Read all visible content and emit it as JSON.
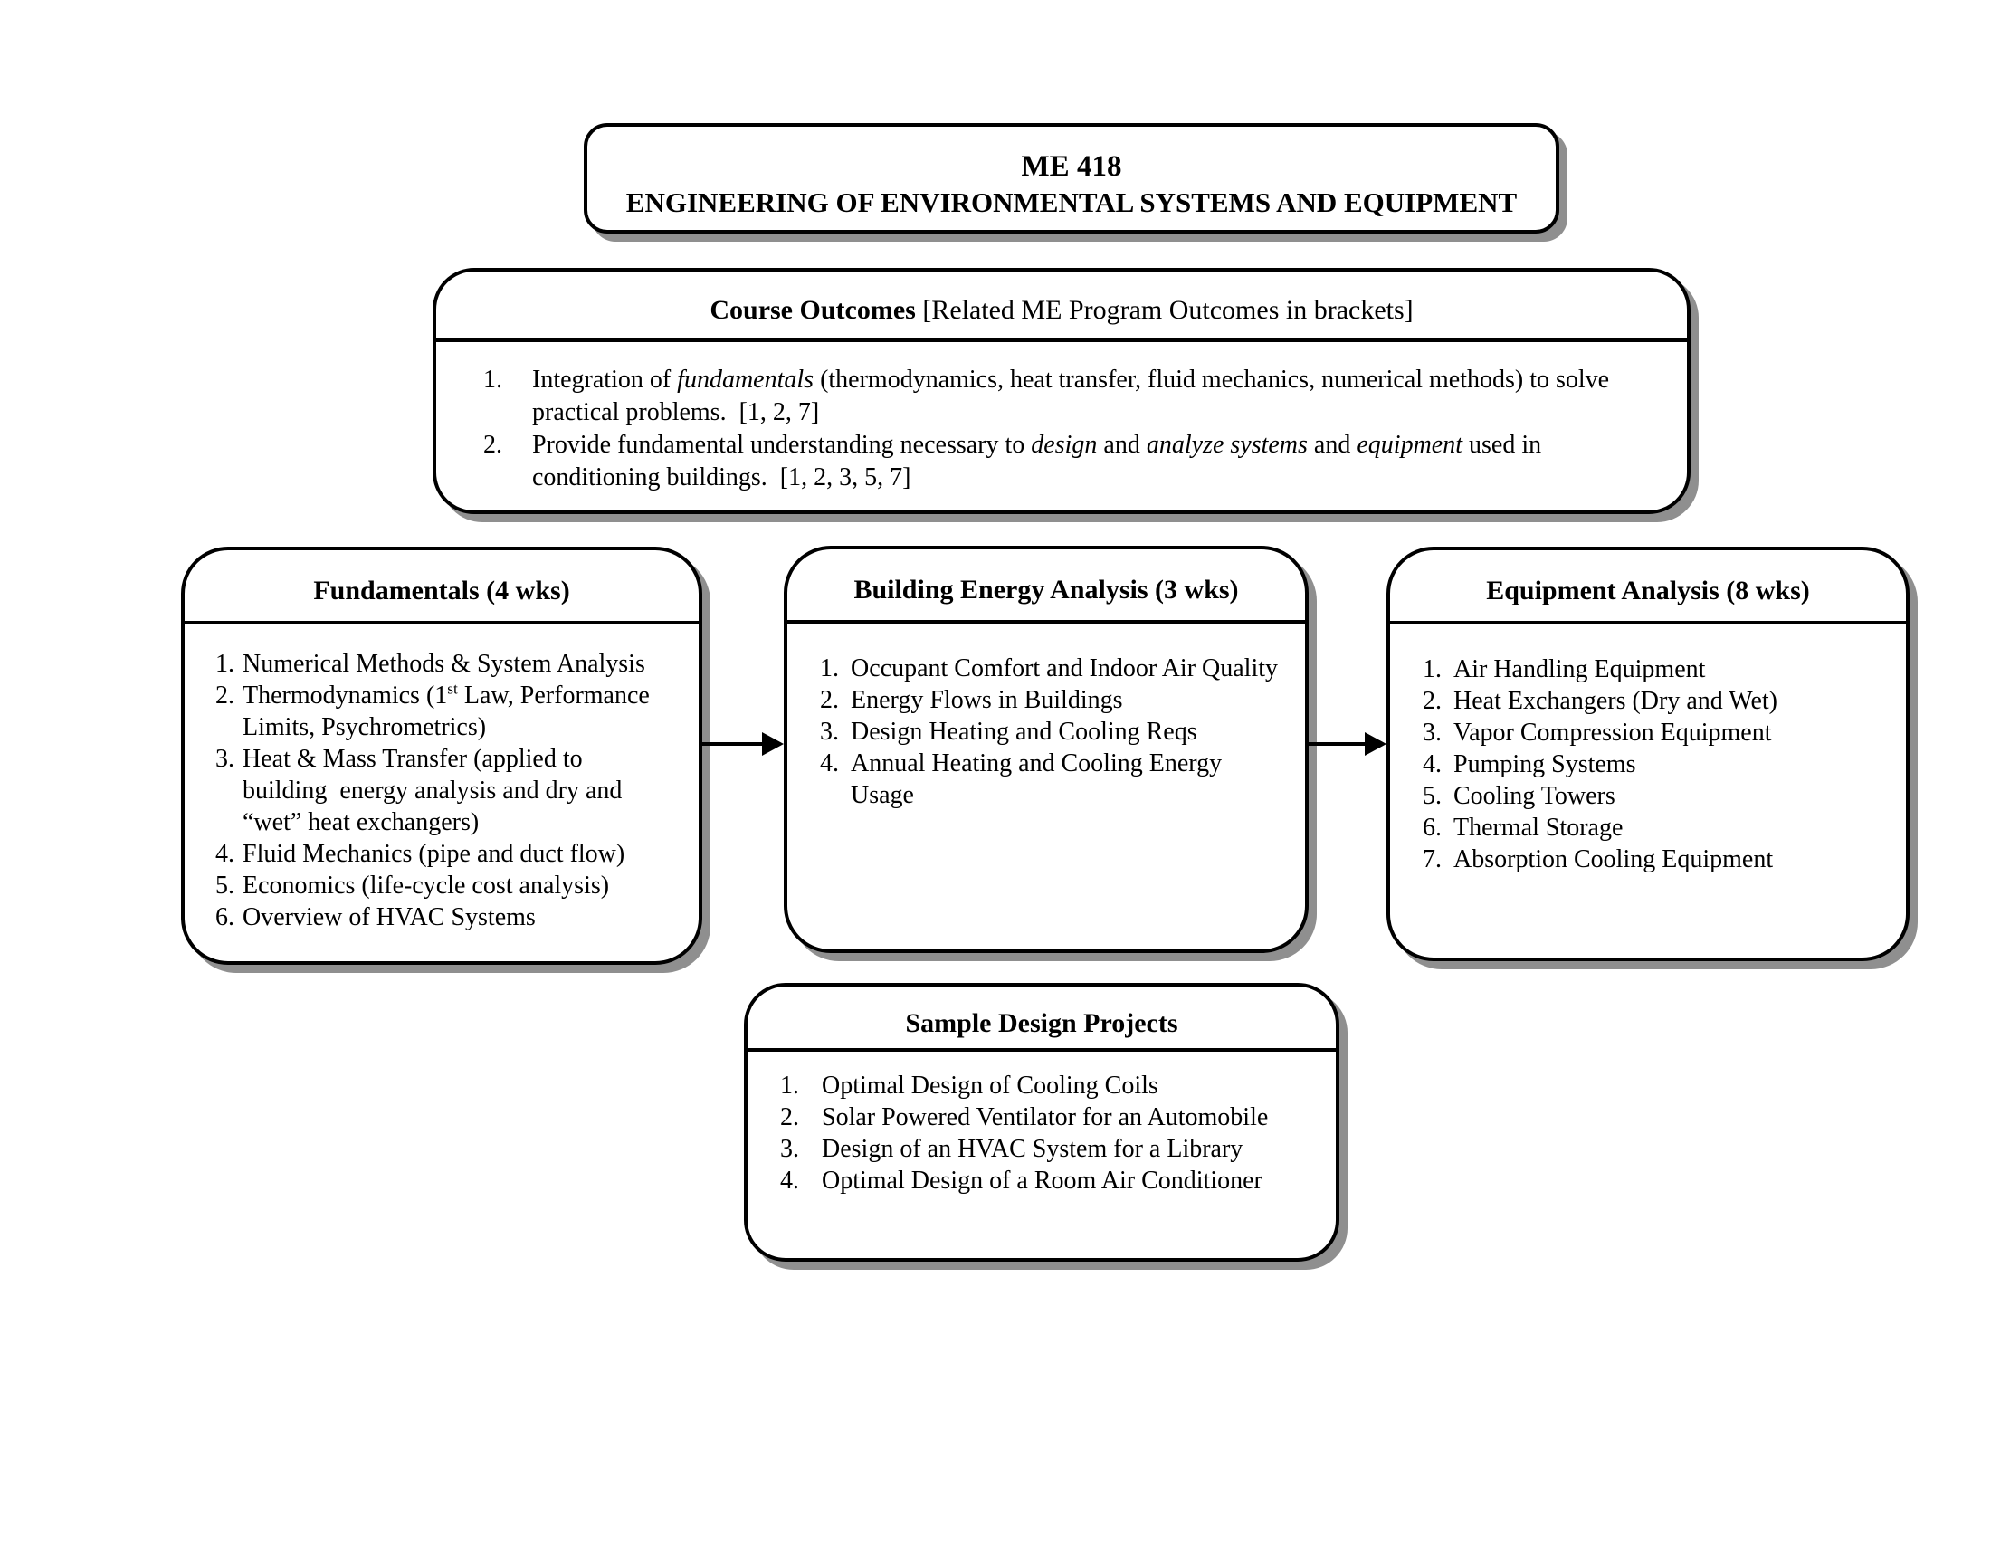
{
  "title_box": {
    "line1": "ME 418",
    "line2": "ENGINEERING OF ENVIRONMENTAL SYSTEMS AND EQUIPMENT"
  },
  "course_outcomes": {
    "header_bold": "Course Outcomes",
    "header_rest": " [Related ME Program Outcomes in brackets]",
    "items": [
      [
        {
          "t": "Integration of "
        },
        {
          "t": "fundamentals",
          "i": true
        },
        {
          "t": " (thermodynamics, heat transfer, fluid mechanics, numerical methods) to solve practical problems.  [1, 2, 7]"
        }
      ],
      [
        {
          "t": "Provide fundamental understanding necessary to "
        },
        {
          "t": "design",
          "i": true
        },
        {
          "t": " and "
        },
        {
          "t": "analyze systems",
          "i": true
        },
        {
          "t": " and "
        },
        {
          "t": "equipment",
          "i": true
        },
        {
          "t": " used in conditioning buildings.  [1, 2, 3, 5, 7]"
        }
      ]
    ]
  },
  "fundamentals": {
    "title": "Fundamentals (4 wks)",
    "items": [
      [
        {
          "t": "Numerical Methods & System Analysis"
        }
      ],
      [
        {
          "t": "Thermodynamics (1"
        },
        {
          "t": "st",
          "sup": true
        },
        {
          "t": " Law, Performance Limits, Psychrometrics)"
        }
      ],
      [
        {
          "t": "Heat & Mass Transfer (applied to building  energy analysis and dry and “wet” heat exchangers)"
        }
      ],
      [
        {
          "t": "Fluid Mechanics (pipe and duct flow)"
        }
      ],
      [
        {
          "t": "Economics (life-cycle cost analysis)"
        }
      ],
      [
        {
          "t": "Overview of HVAC Systems"
        }
      ]
    ]
  },
  "building_energy": {
    "title": "Building Energy Analysis (3 wks)",
    "items": [
      [
        {
          "t": "Occupant Comfort and Indoor Air Quality"
        }
      ],
      [
        {
          "t": "Energy Flows in Buildings"
        }
      ],
      [
        {
          "t": "Design Heating and Cooling Reqs"
        }
      ],
      [
        {
          "t": "Annual Heating and Cooling Energy Usage"
        }
      ]
    ]
  },
  "equipment_analysis": {
    "title": "Equipment Analysis (8 wks)",
    "items": [
      [
        {
          "t": "Air Handling Equipment"
        }
      ],
      [
        {
          "t": "Heat Exchangers (Dry and Wet)"
        }
      ],
      [
        {
          "t": "Vapor Compression Equipment"
        }
      ],
      [
        {
          "t": "Pumping Systems"
        }
      ],
      [
        {
          "t": "Cooling Towers"
        }
      ],
      [
        {
          "t": "Thermal Storage"
        }
      ],
      [
        {
          "t": "Absorption Cooling Equipment"
        }
      ]
    ]
  },
  "sample_projects": {
    "title": "Sample Design Projects",
    "items": [
      [
        {
          "t": "Optimal Design of Cooling Coils"
        }
      ],
      [
        {
          "t": "Solar Powered Ventilator for an Automobile"
        }
      ],
      [
        {
          "t": "Design of an HVAC System for a Library"
        }
      ],
      [
        {
          "t": "Optimal Design of a Room Air Conditioner"
        }
      ]
    ]
  },
  "colors": {
    "border": "#000000",
    "shadow": "#8f8f8f",
    "background": "#ffffff",
    "text": "#000000"
  }
}
